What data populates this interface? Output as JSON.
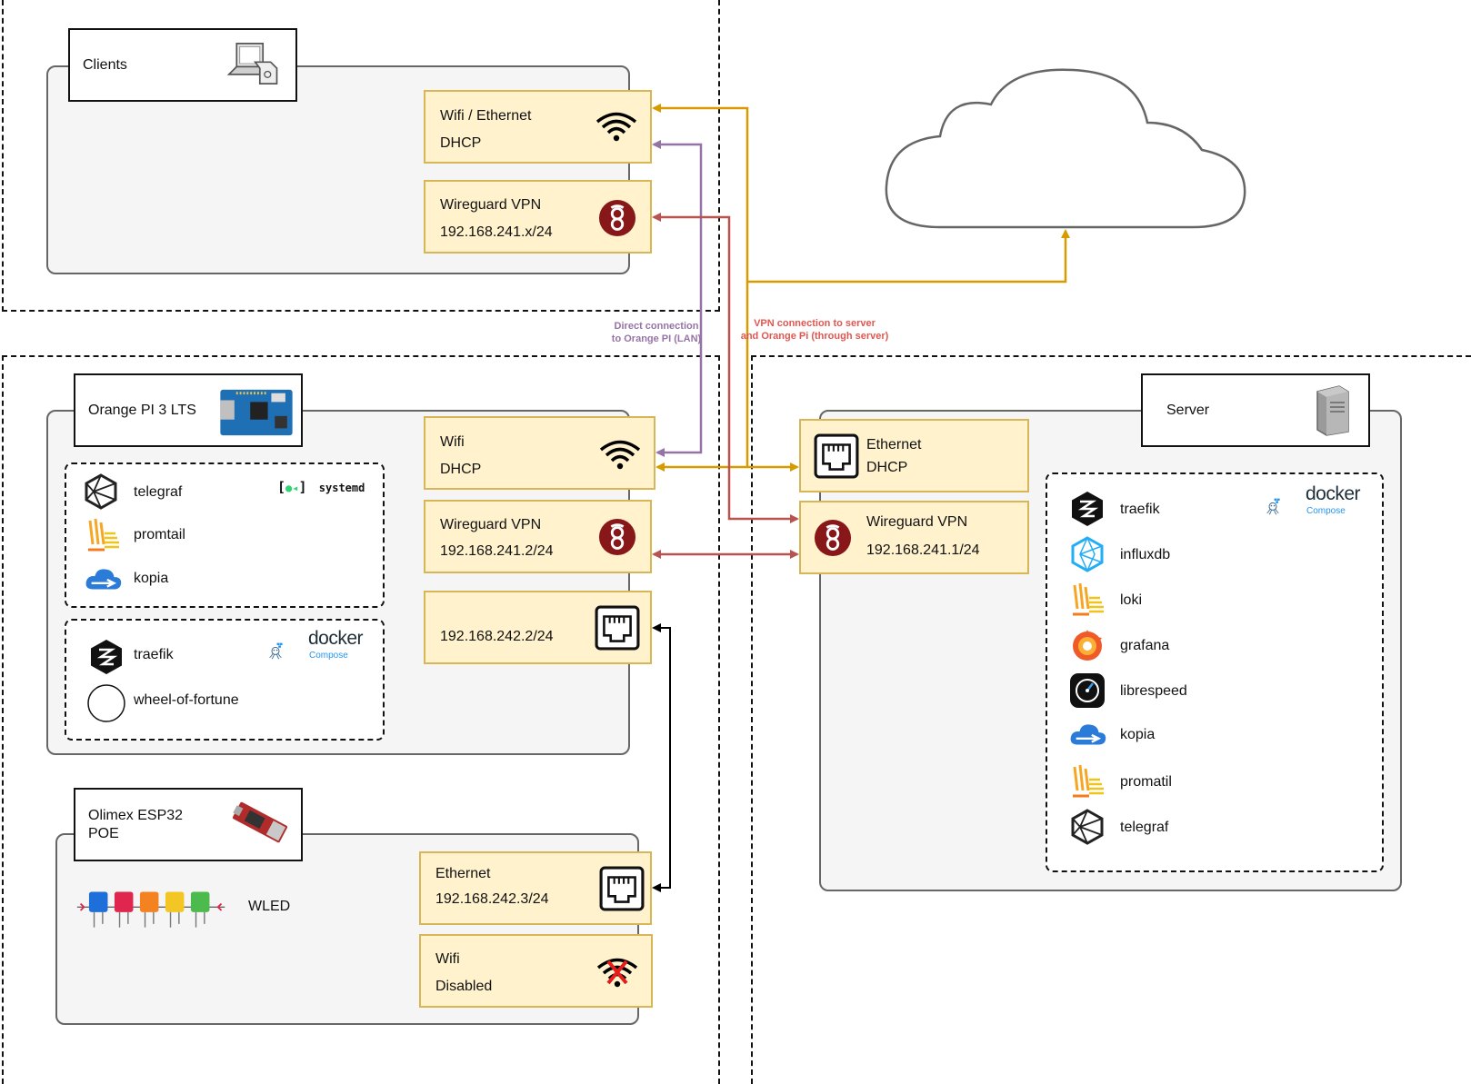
{
  "colors": {
    "iface_fill": "#fff2cc",
    "iface_border": "#d6b656",
    "orange_link": "#d79b00",
    "purple_link": "#9673a6",
    "red_link": "#b85450",
    "wireguard": "#88171a"
  },
  "clients": {
    "title": "Clients",
    "icon": "laptop-icon",
    "ifaces": [
      {
        "l1": "Wifi / Ethernet",
        "l2": "DHCP",
        "icon": "wifi-icon"
      },
      {
        "l1": "Wireguard VPN",
        "l2": "192.168.241.x/24",
        "icon": "wireguard-icon"
      }
    ]
  },
  "orangepi": {
    "title": "Orange  PI 3 LTS",
    "icon": "board-icon",
    "systemd_label": "systemd",
    "systemd_services": [
      "telegraf",
      "promtail",
      "kopia"
    ],
    "docker_label": "docker",
    "docker_sub": "Compose",
    "docker_services": [
      "traefik",
      "wheel-of-fortune"
    ],
    "ifaces": [
      {
        "l1": "Wifi",
        "l2": "DHCP",
        "icon": "wifi-icon"
      },
      {
        "l1": "Wireguard VPN",
        "l2": "192.168.241.2/24",
        "icon": "wireguard-icon"
      },
      {
        "l1": "",
        "l2": "192.168.242.2/24",
        "icon": "ethernet-port-icon"
      }
    ]
  },
  "olimex": {
    "title": "Olimex ESP32\nPOE",
    "icon": "esp32-board-icon",
    "app": "WLED",
    "ifaces": [
      {
        "l1": "Ethernet",
        "l2": "192.168.242.3/24",
        "icon": "ethernet-port-icon"
      },
      {
        "l1": "Wifi",
        "l2": "Disabled",
        "icon": "wifi-disabled-icon"
      }
    ]
  },
  "server": {
    "title": "Server",
    "icon": "server-tower-icon",
    "docker_label": "docker",
    "docker_sub": "Compose",
    "services": [
      "traefik",
      "influxdb",
      "loki",
      "grafana",
      "librespeed",
      "kopia",
      "promatil",
      "telegraf"
    ],
    "ifaces": [
      {
        "l1": "Ethernet",
        "l2": "DHCP",
        "icon": "ethernet-port-icon"
      },
      {
        "l1": "Wireguard VPN",
        "l2": "192.168.241.1/24",
        "icon": "wireguard-icon"
      }
    ]
  },
  "notes": {
    "direct_1": "Direct connection",
    "direct_2": "to Orange PI (LAN)",
    "vpn_1": "VPN connection to server",
    "vpn_2": "and Orange Pi (through server)"
  },
  "cloud": {
    "icon": "cloud-icon"
  }
}
